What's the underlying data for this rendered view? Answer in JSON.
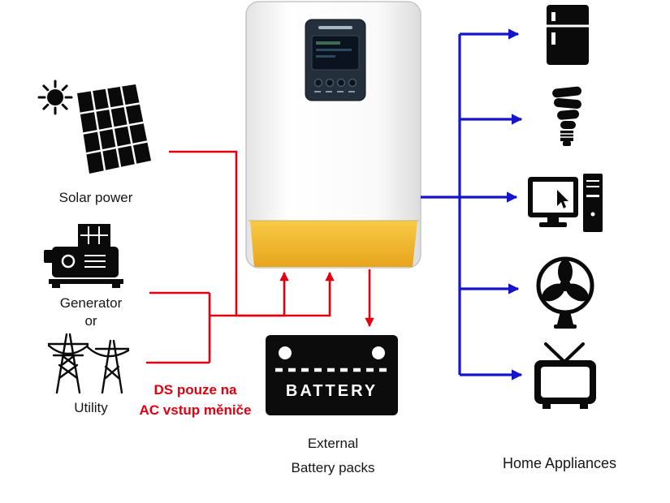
{
  "colors": {
    "arrow_red": "#e10012",
    "arrow_blue": "#1414cc",
    "inverter_base_yellow": "#f0b531",
    "icon_black": "#0a0a0a"
  },
  "sources": {
    "solar": {
      "label": "Solar power"
    },
    "generator": {
      "label": "Generator"
    },
    "conjunction": "or",
    "utility": {
      "label": "Utility"
    }
  },
  "note": {
    "line1": "DS pouze na",
    "line2": "AC vstup měniče"
  },
  "battery": {
    "panel_text": "BATTERY",
    "caption_line1": "External",
    "caption_line2": "Battery packs"
  },
  "appliances": {
    "caption": "Home Appliances",
    "items": [
      "refrigerator",
      "cfl-bulb",
      "desktop-computer",
      "fan",
      "television"
    ]
  }
}
